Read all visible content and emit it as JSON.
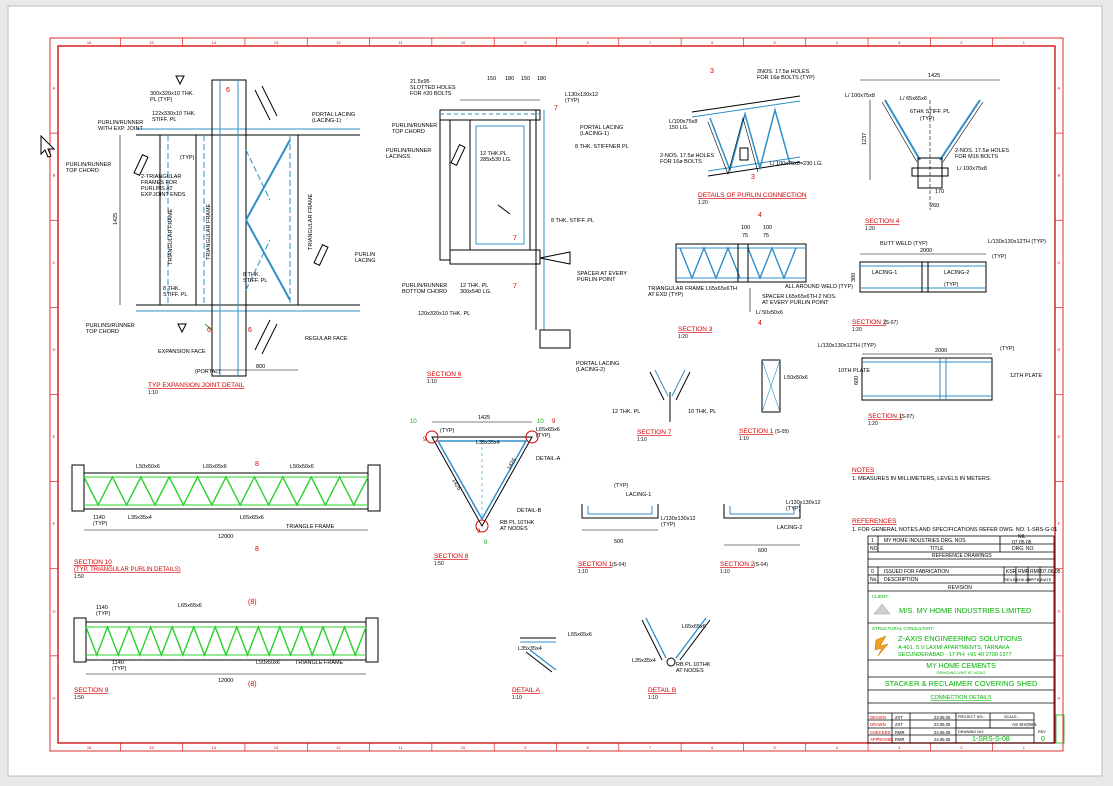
{
  "colors": {
    "frame": "#d40000",
    "steel": "#000000",
    "member": "#2f8fc8",
    "truss": "#2bd12b",
    "callout": "#17a817",
    "mark": "#d40000",
    "titleGreen": "#00b000",
    "logo": "#f0a020"
  },
  "border": {
    "top": [
      "16",
      "15",
      "14",
      "13",
      "12",
      "11",
      "10",
      "9",
      "8",
      "7",
      "6",
      "5",
      "4",
      "3",
      "2",
      "1"
    ],
    "bottom": [
      "16",
      "15",
      "14",
      "13",
      "12",
      "11",
      "10",
      "9",
      "8",
      "7",
      "6",
      "5",
      "4",
      "3",
      "2",
      "1"
    ],
    "left": [
      "A",
      "B",
      "C",
      "D",
      "E",
      "F",
      "G",
      "H"
    ],
    "right": [
      "A",
      "B",
      "C",
      "D",
      "E",
      "F",
      "G",
      "H"
    ]
  },
  "det1": {
    "title": "TYP EXPANSION JOINT DETAIL",
    "scale": "1:10",
    "l1": "300x320x10 THK.",
    "l2": "PL (TYP)",
    "l3": "122x330x10 THK.",
    "l4": "STIFF. PL",
    "l5": "PURLIN/RUNNER",
    "l6": "WITH EXP. JOINT",
    "l7": "PURLIN/RUNNER",
    "l8": "TOP CHORD",
    "l9": "2-TRIANGULAR",
    "l10": "FRAMES FOR",
    "l11": "PURLINS AT",
    "l12": "EXP.JOINT ENDS",
    "l13": "(TYP)",
    "l14": "PORTAL LACING",
    "l15": "(LACING-1)",
    "l16": "PURLIN",
    "l17": "LACING",
    "l18": "TRIANGULAR FRAME",
    "l19": "TRIANGULAR FRAME",
    "l20": "TRIANGULAR FRAME",
    "l21": "8 THK.",
    "l22": "STIFF. PL",
    "l23": "8 THK.",
    "l24": "STIFF. PL",
    "l25": "PURLINS/RUNNER",
    "l26": "TOP CHORD",
    "l27": "EXPANSION FACE",
    "l28": "REGULAR FACE",
    "l29": "(PORTAL)",
    "d1": "1425",
    "d2": "800",
    "m1": "6",
    "m2": "6",
    "m3": "6"
  },
  "det2": {
    "title": "SECTION 6",
    "scale": "1:10",
    "l1": "21.5x95",
    "l2": "SLOTTED HOLES",
    "l3": "FOR #20 BOLTS",
    "l4": "L130x130x12",
    "l5": "(TYP)",
    "l6": "PURLIN/RUNNER",
    "l7": "TOP CHORD",
    "l8": "PORTAL LACING",
    "l9": "(LACING-1)",
    "l10": "8 THK. STIFFNER PL",
    "l11": "PURLIN/RUNNER",
    "l12": "LACINGS",
    "l13": "12 THK.PL",
    "l14": "285x530 LG.",
    "l15": "8 THK. STIFF. PL",
    "l16": "SPACER AT EVERY",
    "l17": "PURLIN POINT",
    "l18": "PURLIN/RUNNER",
    "l19": "BOTTOM CHORD",
    "l20": "12 THK. PL",
    "l21": "300x540 LG.",
    "l22": "120x320x10 THK. PL",
    "l23": "PORTAL LACING",
    "l24": "(LACING-2)",
    "d1": "150",
    "d2": "180",
    "d3": "150",
    "d4": "180",
    "m1": "7",
    "m2": "7",
    "m3": "7"
  },
  "det3": {
    "title": "DETAILS OF PURLIN CONNECTION",
    "scale": "1:20",
    "l1": "2NOS. 17.5ø HOLES",
    "l2": "FOR 16ø BOLTS (TYP)",
    "l3": "L/100x75x8",
    "l4": "150 LG.",
    "l5": "2-NOS. 17.5ø HOLES",
    "l6": "FOR 16ø BOLTS",
    "l7": "L/ 100x75x8=230 LG.",
    "m1": "3",
    "m2": "3"
  },
  "det4": {
    "title": "SECTION 4",
    "scale": "1:20",
    "l1": "L/ 100x75x8",
    "l2": "L/ 65x65x6",
    "l3": "6THK STIFF. PL",
    "l4": "(TYP)",
    "l5": "2-NOS. 17.5ø HOLES",
    "l6": "FOR M16 BOLTS",
    "l7": "L/ 100x75x8",
    "d1": "1425",
    "d2": "1237",
    "d3": "170",
    "d4": "260"
  },
  "det5": {
    "title": "SECTION 3",
    "scale": "1:20",
    "l1": "TRIANGULAR FRAME L65x65x6TH",
    "l2": "AT EXD (TYP)",
    "l3": "ALL AROUND WELD (TYP)",
    "l4": "SPACER L65x65x6TH 2 NOS.",
    "l5": "AT EVERY PURLIN POINT",
    "l6": "L/ 50x50x6",
    "d1": "100",
    "d2": "100",
    "d3": "75",
    "d4": "75",
    "m1": "4",
    "m2": "4"
  },
  "det6": {
    "title": "SECTION 2",
    "ref": "(S-07)",
    "scale": "1:20",
    "l1": "BUTT WELD (TYP)",
    "l2": "L/130x130x12TH (TYP)",
    "l3": "(TYP)",
    "l4": "LACING-1",
    "l5": "LACING-2",
    "l6": "(TYP)",
    "d1": "2000",
    "d2": "380"
  },
  "det7": {
    "title": "SECTION 1",
    "ref": "(S-07)",
    "scale": "1:20",
    "l1": "L/130x130x12TH (TYP)",
    "l2": "(TYP)",
    "l3": "10TH PLATE",
    "l4": "12TH PLATE",
    "d1": "2000",
    "d2": "600"
  },
  "det8": {
    "title": "SECTION 7",
    "scale": "1:10",
    "l1": "12 THK. PL",
    "l2": "10 THK. PL"
  },
  "det9": {
    "title": "SECTION 1",
    "ref": "(S-05)",
    "scale": "1:10",
    "l1": "L50x50x6"
  },
  "det10": {
    "title": "SECTION 10",
    "sub": "(TYP. TRIANGULAR PURLIN DETAILS)",
    "scale": "1:50",
    "l1": "L50x50x6",
    "l2": "L65x65x6",
    "l3": "L50x50x6",
    "l4": "L35x35x4",
    "l5": "L65x65x6",
    "l6": "TRIANGLE FRAME",
    "l7": "1140",
    "l8": "(TYP)",
    "d1": "12000",
    "m1": "8",
    "m2": "8"
  },
  "det11": {
    "title": "SECTION 8",
    "scale": "1:50",
    "l1": "1425",
    "l2": "(TYP)",
    "l3": "L35x35x4",
    "l4": "L65x65x6",
    "l5": "(TYP)",
    "l6": "DETAIL-A",
    "l7": "DETAIL-B",
    "l8": "RB PL 10THK",
    "l9": "AT NODES",
    "d1": "1425",
    "d2": "1425",
    "c1": "10",
    "c2": "10",
    "c3": "9",
    "c4": "9",
    "c5": "9",
    "c6": "9"
  },
  "det12": {
    "title": "SECTION 1",
    "ref": "(S-04)",
    "scale": "1:10",
    "l1": "(TYP)",
    "l2": "LACING-1",
    "l3": "L/130x130x12",
    "l4": "(TYP)",
    "d1": "500"
  },
  "det13": {
    "title": "SECTION 2",
    "ref": "(S-04)",
    "scale": "1:10",
    "l1": "L/130x130x12",
    "l2": "(TYP)",
    "l3": "LACING-2",
    "d1": "600"
  },
  "det14": {
    "title": "SECTION 9",
    "scale": "1:50",
    "l1": "1140",
    "l2": "(TYP)",
    "l3": "L65x65x6",
    "l4": "L50x50x6",
    "l5": "1140",
    "l6": "(TYP)",
    "l7": "TRIANGLE FRAME",
    "d1": "12000",
    "m1": "(8)",
    "m2": "(8)"
  },
  "det15": {
    "title": "DETAIL A",
    "scale": "1:10",
    "l1": "L65x65x6",
    "l2": "L35x35x4"
  },
  "det16": {
    "title": "DETAIL B",
    "scale": "1:10",
    "l1": "L65x65x6",
    "l2": "RB PL 10THK",
    "l3": "AT NODES",
    "l4": "L35x35x4"
  },
  "notes": {
    "title": "NOTES",
    "items": [
      "1. MEASURES IN MILLIMETERS, LEVELS IN METERS."
    ]
  },
  "references": {
    "title": "REFERENCES",
    "items": [
      "1. FOR GENERAL NOTES AND SPECIFICATIONS REFER DWG. NO. 1-SRS-G-01"
    ]
  },
  "titleblock": {
    "ref_row": [
      "1",
      "MY HOME INDUSTRIES DRG. NOS",
      "",
      "NIL",
      "07.05.05"
    ],
    "hdr": [
      "NO.",
      "TITLE",
      "DRG. NO."
    ],
    "refdrawings": "REFERENCE DRAWINGS",
    "rev_row": [
      "0",
      "ISSUED FOR FABRICATION",
      "KSR",
      "RMR",
      "RMR",
      "07.06.05"
    ],
    "rev_hdr": [
      "No.",
      "DESCRIPTION",
      "REV.BY",
      "CHK.BY",
      "APP.BY",
      "DATE"
    ],
    "revision": "REVISION",
    "client_label": "CLIENT:",
    "client": "M/S. MY HOME INDUSTRIES LIMITED",
    "consultant_label": "STRUCTURAL CONSULTANT:",
    "consultant": "Z-AXIS ENGINEERING SOLUTIONS",
    "addr1": "A-401, S V LAXMI APARTMENTS, TARNAKA",
    "addr2": "SECUNDERABAD - 17 PH: +91 40 2700 1377",
    "project1": "MY HOME CEMENTS",
    "project2": "GRINDING UNIT AT VIZAG",
    "project3": "STACKER & RECLAIMER COVERING SHED",
    "project4": "CONNECTION DETAILS",
    "roles": [
      "DESIGN",
      "DRAWN",
      "CHECKED",
      "APPROVED"
    ],
    "initials": [
      "ZXT",
      "ZXT",
      "RMR",
      "RMR"
    ],
    "dates": [
      "23.05.05",
      "23.05.05",
      "24.05.05",
      "24.05.05"
    ],
    "proj_label": "PROJECT NO:-",
    "scale_label": "SCALE:-",
    "scale": "AS SHOWN",
    "drg_label": "DRAWING NO:",
    "rev_label": "REV",
    "drg_no": "1-SRS-S-08",
    "rev_no": "0"
  }
}
